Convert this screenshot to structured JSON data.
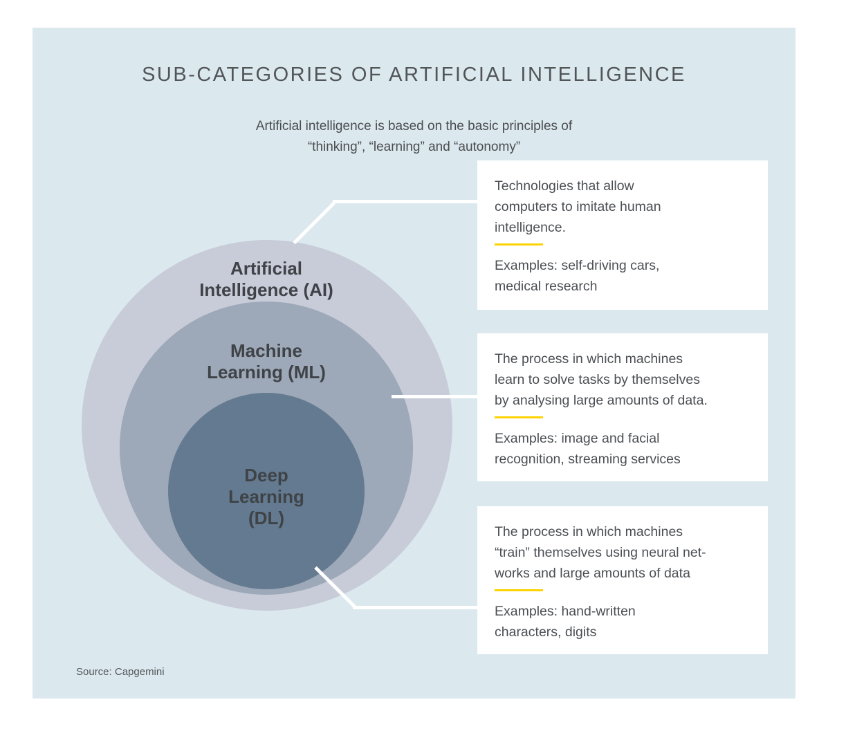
{
  "title": "SUB-CATEGORIES OF ARTIFICIAL INTELLIGENCE",
  "subtitle": {
    "line1": "Artificial intelligence is based on the basic principles of",
    "line2": "“thinking”, “learning” and “autonomy”"
  },
  "diagram": {
    "type": "nested-circles",
    "circles": [
      {
        "id": "artificial-intelligence",
        "label_line1": "Artificial",
        "label_line2": "Intelligence (AI)",
        "color": "#c8ccd8"
      },
      {
        "id": "machine-learning",
        "label_line1": "Machine",
        "label_line2": "Learning (ML)",
        "color": "#9da8b8"
      },
      {
        "id": "deep-learning",
        "label_line1": "Deep",
        "label_line2": "Learning",
        "label_line3": "(DL)",
        "color": "#637a90"
      }
    ]
  },
  "callouts": [
    {
      "refers_to": "artificial-intelligence",
      "description_lines": [
        "Technologies that allow",
        "computers to imitate human",
        "intelligence."
      ],
      "examples_lines": [
        "Examples: self-driving cars,",
        "medical research"
      ]
    },
    {
      "refers_to": "machine-learning",
      "description_lines": [
        "The process in which machines",
        "learn to solve tasks by themselves",
        "by analysing large amounts of data."
      ],
      "examples_lines": [
        "Examples: image and facial",
        "recognition, streaming services"
      ]
    },
    {
      "refers_to": "deep-learning",
      "description_lines": [
        "The process in which machines",
        "“train” themselves using neural net-",
        "works and large amounts of data"
      ],
      "examples_lines": [
        "Examples: hand-written",
        "characters, digits"
      ]
    }
  ],
  "source": "Source: Capgemini",
  "colors": {
    "panel_background": "#dbe8ee",
    "outer_circle": "#c8ccd8",
    "middle_circle": "#9da8b8",
    "inner_circle": "#637a90",
    "accent_yellow": "#fdd200",
    "callout_background": "#ffffff",
    "connector_line": "#ffffff",
    "text_dark": "#4b4f53"
  }
}
